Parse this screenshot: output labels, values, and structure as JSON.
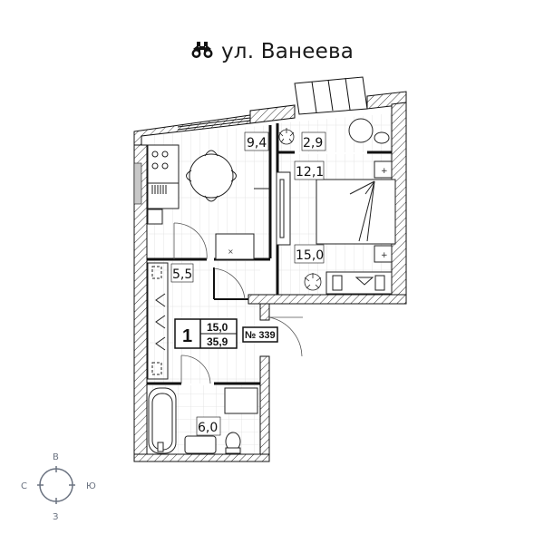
{
  "header": {
    "icon": "binoculars-icon",
    "street": "ул. Ванеева"
  },
  "rooms": [
    {
      "name": "kitchen",
      "area": "9,4"
    },
    {
      "name": "balcony",
      "area": "2,9"
    },
    {
      "name": "living-room",
      "area": "12,1"
    },
    {
      "name": "bedroom",
      "area": "15,0"
    },
    {
      "name": "hallway",
      "area": "5,5"
    },
    {
      "name": "bathroom",
      "area": "6,0"
    }
  ],
  "summary": {
    "rooms_count": "1",
    "living_area": "15,0",
    "total_area": "35,9"
  },
  "apartment": {
    "number_label": "№ 339"
  },
  "compass": {
    "north": "В",
    "west": "С",
    "east": "Ю",
    "south": "З",
    "color": "#6a7280"
  },
  "colors": {
    "wall": "#111111",
    "hatch": "#333333",
    "floor_lines": "#d6d6d6"
  }
}
